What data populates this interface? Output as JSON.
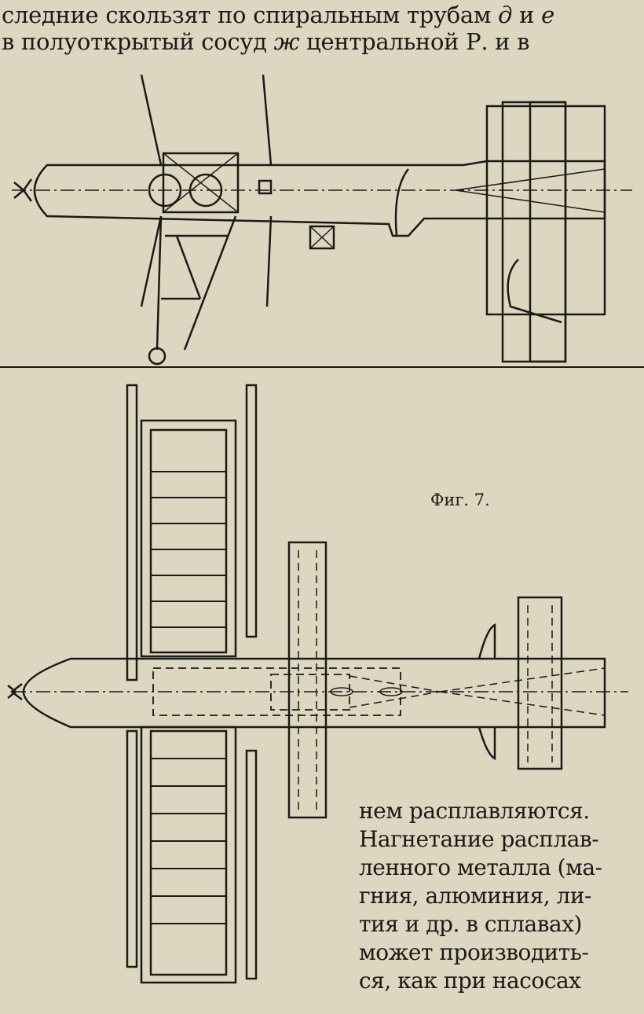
{
  "top_text": {
    "line1": {
      "text": "следние скользят по спиральным трубам ",
      "italic1": "д",
      "mid": " и ",
      "italic2": "е"
    },
    "line2": {
      "text": "в  полуоткрытый сосуд ",
      "italic": "ж",
      "rest": " центральной Р. и в"
    }
  },
  "figure": {
    "caption": "Фиг. 7."
  },
  "column_text": [
    "нем расплавляются.",
    "Нагнетание расплав-",
    "ленного металла (ма-",
    "гния, алюминия, ли-",
    "тия и др. в сплавах)",
    "может производить-",
    "ся, как при насосах"
  ]
}
